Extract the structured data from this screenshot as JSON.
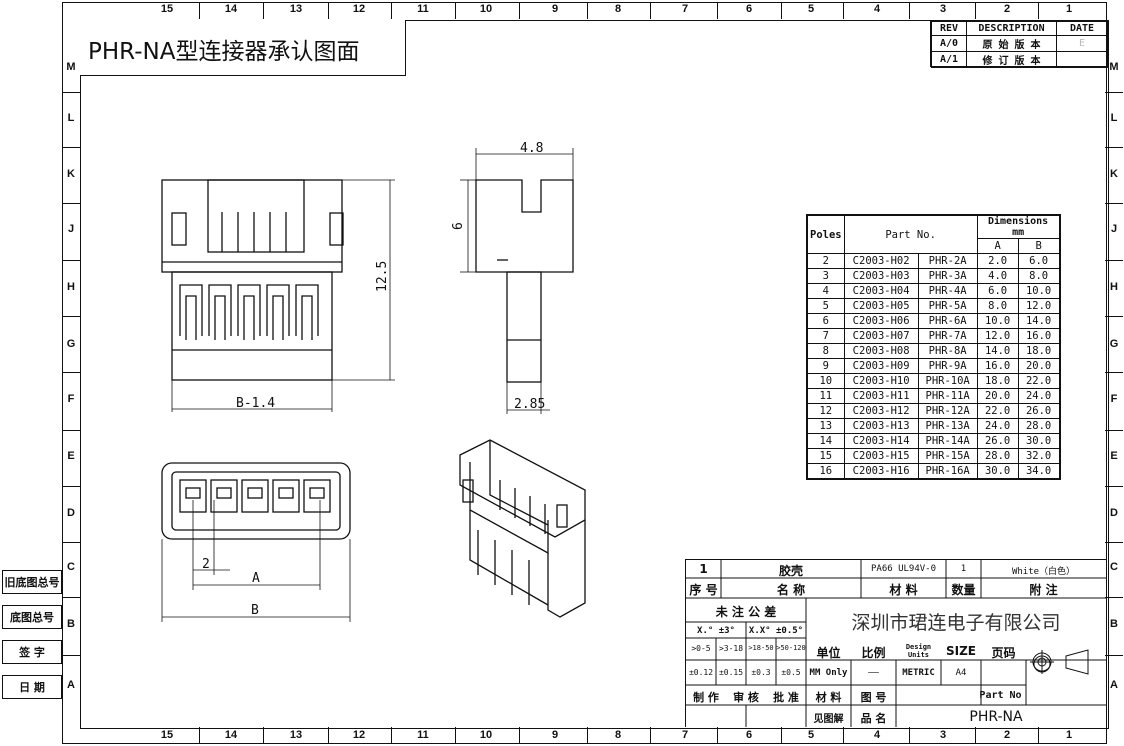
{
  "title": "PHR-NA型连接器承认图面",
  "zones_top": [
    "15",
    "14",
    "13",
    "12",
    "11",
    "10",
    "9",
    "8",
    "7",
    "6",
    "5",
    "4",
    "3",
    "2",
    "1"
  ],
  "zones_side": [
    "M",
    "L",
    "K",
    "J",
    "H",
    "G",
    "F",
    "E",
    "D",
    "C",
    "B",
    "A"
  ],
  "revision": {
    "headers": [
      "REV",
      "DESCRIPTION",
      "DATE"
    ],
    "rows": [
      {
        "rev": "A/0",
        "desc": "原 始 版 本",
        "date": "E"
      },
      {
        "rev": "A/1",
        "desc": "修 订 版 本",
        "date": ""
      }
    ]
  },
  "dimensions": {
    "side_width": "4.8",
    "side_height": "6",
    "front_height": "12.5",
    "front_width": "B-1.4",
    "side_pin": "2.85",
    "bottom_pitch": "2",
    "bottom_a": "A",
    "bottom_b": "B"
  },
  "parts_table": {
    "header_poles": "Poles",
    "header_part": "Part No.",
    "header_dims": "Dimensions mm",
    "header_a": "A",
    "header_b": "B",
    "rows": [
      [
        "2",
        "C2003-H02",
        "PHR-2A",
        "2.0",
        "6.0"
      ],
      [
        "3",
        "C2003-H03",
        "PHR-3A",
        "4.0",
        "8.0"
      ],
      [
        "4",
        "C2003-H04",
        "PHR-4A",
        "6.0",
        "10.0"
      ],
      [
        "5",
        "C2003-H05",
        "PHR-5A",
        "8.0",
        "12.0"
      ],
      [
        "6",
        "C2003-H06",
        "PHR-6A",
        "10.0",
        "14.0"
      ],
      [
        "7",
        "C2003-H07",
        "PHR-7A",
        "12.0",
        "16.0"
      ],
      [
        "8",
        "C2003-H08",
        "PHR-8A",
        "14.0",
        "18.0"
      ],
      [
        "9",
        "C2003-H09",
        "PHR-9A",
        "16.0",
        "20.0"
      ],
      [
        "10",
        "C2003-H10",
        "PHR-10A",
        "18.0",
        "22.0"
      ],
      [
        "11",
        "C2003-H11",
        "PHR-11A",
        "20.0",
        "24.0"
      ],
      [
        "12",
        "C2003-H12",
        "PHR-12A",
        "22.0",
        "26.0"
      ],
      [
        "13",
        "C2003-H13",
        "PHR-13A",
        "24.0",
        "28.0"
      ],
      [
        "14",
        "C2003-H14",
        "PHR-14A",
        "26.0",
        "30.0"
      ],
      [
        "15",
        "C2003-H15",
        "PHR-15A",
        "28.0",
        "32.0"
      ],
      [
        "16",
        "C2003-H16",
        "PHR-16A",
        "30.0",
        "34.0"
      ]
    ]
  },
  "side_labels": [
    "旧底图总号",
    "底图总号",
    "签 字",
    "日 期"
  ],
  "title_block": {
    "item_no": "1",
    "item_name": "胶壳",
    "material": "PA66 UL94V-0",
    "qty": "1",
    "note": "White（白色）",
    "h_seq": "序 号",
    "h_name": "名 称",
    "h_material": "材 料",
    "h_qty": "数量",
    "h_note": "附 注",
    "tolerance_title": "未 注 公 差",
    "tol_x": "X.° ±3°",
    "tol_xx": "X.X° ±0.5°",
    "ranges": [
      ">0-5",
      ">3-18",
      ">18-50",
      ">50-120"
    ],
    "range_vals": [
      "±0.12",
      "±0.15",
      "±0.3",
      "±0.5"
    ],
    "company": "深圳市珺连电子有限公司",
    "unit_label": "单位",
    "scale_label": "比例",
    "design_units": "Design Units",
    "size_label": "SIZE",
    "page_label": "页码",
    "mm_only": "MM Only",
    "scale_val": "——",
    "metric": "METRIC",
    "size_val": "A4",
    "make": "制 作",
    "check": "审 核",
    "approve": "批 准",
    "mat2": "材 料",
    "drawing_no": "图 号",
    "see_diagram": "见图解",
    "product_name": "品 名",
    "part_no_label": "Part No",
    "part_no": "PHR-NA"
  }
}
